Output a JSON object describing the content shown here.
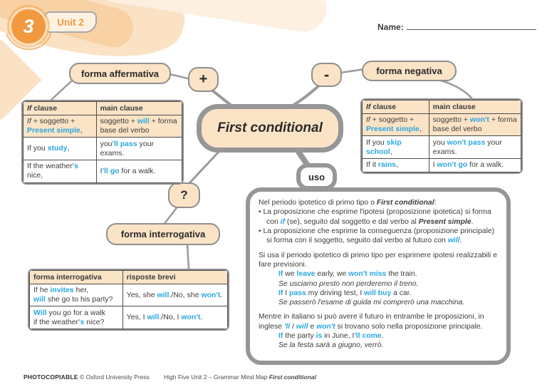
{
  "page": {
    "badge": "3",
    "unit_tab": "Unit 2",
    "name_label": "Name:",
    "footer": {
      "photocopiable": "PHOTOCOPIABLE",
      "copyright": "© Oxford University Press",
      "center": [
        {
          "t": "High Five  Unit 2 – Grammar Mind Map ",
          "c": ""
        },
        {
          "t": "First conditional",
          "c": "ki"
        }
      ]
    }
  },
  "nodes": {
    "title": "First conditional",
    "affirmative_label": "forma affermativa",
    "plus_label": "+",
    "minus_label": "-",
    "negative_label": "forma negativa",
    "question_label": "?",
    "interrogative_label": "forma interrogativa",
    "uso_label": "uso"
  },
  "tables": {
    "affirmative": {
      "col1": "46%",
      "peach": [
        0,
        1
      ],
      "rows": [
        [
          [
            {
              "t": "If ",
              "c": "ki"
            },
            {
              "t": "clause",
              "c": "k"
            }
          ],
          [
            {
              "t": "main clause",
              "c": "k"
            }
          ]
        ],
        [
          [
            {
              "t": "If",
              "c": "i"
            },
            {
              "t": " + soggetto + ",
              "c": ""
            },
            {
              "t": "Present simple",
              "c": "b"
            },
            {
              "t": ",",
              "c": ""
            }
          ],
          [
            {
              "t": "soggetto + ",
              "c": ""
            },
            {
              "t": "will",
              "c": "b"
            },
            {
              "t": " + forma base del verbo",
              "c": ""
            }
          ]
        ],
        [
          [
            {
              "t": "If you ",
              "c": ""
            },
            {
              "t": "study",
              "c": "b"
            },
            {
              "t": ",",
              "c": ""
            }
          ],
          [
            {
              "t": "you",
              "c": ""
            },
            {
              "t": "'ll pass",
              "c": "b"
            },
            {
              "t": " your exams.",
              "c": ""
            }
          ]
        ],
        [
          [
            {
              "t": "If the weather",
              "c": ""
            },
            {
              "t": "'s",
              "c": "b"
            },
            {
              "t": " nice,",
              "c": ""
            }
          ],
          [
            {
              "t": "I",
              "c": ""
            },
            {
              "t": "'ll go",
              "c": "b"
            },
            {
              "t": " for a walk.",
              "c": ""
            }
          ]
        ]
      ]
    },
    "negative": {
      "col1": "42%",
      "peach": [
        0,
        1
      ],
      "rows": [
        [
          [
            {
              "t": "If ",
              "c": "ki"
            },
            {
              "t": "clause",
              "c": "k"
            }
          ],
          [
            {
              "t": "main clause",
              "c": "k"
            }
          ]
        ],
        [
          [
            {
              "t": "If",
              "c": "i"
            },
            {
              "t": " + soggetto + ",
              "c": ""
            },
            {
              "t": "Present simple",
              "c": "b"
            },
            {
              "t": ",",
              "c": ""
            }
          ],
          [
            {
              "t": "soggetto + ",
              "c": ""
            },
            {
              "t": "won't",
              "c": "b"
            },
            {
              "t": " + forma base del verbo",
              "c": ""
            }
          ]
        ],
        [
          [
            {
              "t": "If you ",
              "c": ""
            },
            {
              "t": "skip school",
              "c": "b"
            },
            {
              "t": ",",
              "c": ""
            }
          ],
          [
            {
              "t": "you ",
              "c": ""
            },
            {
              "t": "won't pass",
              "c": "b"
            },
            {
              "t": " your exams.",
              "c": ""
            }
          ]
        ],
        [
          [
            {
              "t": "If it ",
              "c": ""
            },
            {
              "t": "rains",
              "c": "b"
            },
            {
              "t": ",",
              "c": ""
            }
          ],
          [
            {
              "t": "I ",
              "c": ""
            },
            {
              "t": "won't go",
              "c": "b"
            },
            {
              "t": " for a walk.",
              "c": ""
            }
          ]
        ]
      ]
    },
    "interrogative": {
      "col1": "47%",
      "peach": [
        0
      ],
      "rows": [
        [
          [
            {
              "t": "forma interrogativa",
              "c": "k"
            }
          ],
          [
            {
              "t": "risposte brevi",
              "c": "k"
            }
          ]
        ],
        [
          [
            {
              "t": "If he ",
              "c": ""
            },
            {
              "t": "invites",
              "c": "b"
            },
            {
              "t": " her,\n",
              "c": ""
            },
            {
              "t": "will",
              "c": "b"
            },
            {
              "t": " she go to his party?",
              "c": ""
            }
          ],
          [
            {
              "t": "Yes, she ",
              "c": ""
            },
            {
              "t": "will",
              "c": "b"
            },
            {
              "t": "./No, she ",
              "c": ""
            },
            {
              "t": "won't",
              "c": "b"
            },
            {
              "t": ".",
              "c": ""
            }
          ]
        ],
        [
          [
            {
              "t": "Will",
              "c": "b"
            },
            {
              "t": " you go for a walk\nif the weather",
              "c": ""
            },
            {
              "t": "'s",
              "c": "b"
            },
            {
              "t": " nice?",
              "c": ""
            }
          ],
          [
            {
              "t": "Yes, I ",
              "c": ""
            },
            {
              "t": "will",
              "c": "b"
            },
            {
              "t": "./No, I ",
              "c": ""
            },
            {
              "t": "won't",
              "c": "b"
            },
            {
              "t": ".",
              "c": ""
            }
          ]
        ]
      ]
    }
  },
  "uso_box": {
    "blocks": [
      {
        "type": "p",
        "seg": [
          {
            "t": "Nel periodo ipotetico di primo tipo o ",
            "c": ""
          },
          {
            "t": "First conditional",
            "c": "ki"
          },
          {
            "t": ":",
            "c": ""
          }
        ]
      },
      {
        "type": "bullet",
        "seg": [
          {
            "t": "• La proposizione che esprime l'ipotesi (proposizione ipotetica) si forma con ",
            "c": ""
          },
          {
            "t": "if",
            "c": "bi"
          },
          {
            "t": " (se), seguito dal soggetto e dal verbo al ",
            "c": ""
          },
          {
            "t": "Present simple",
            "c": "ki"
          },
          {
            "t": ".",
            "c": ""
          }
        ]
      },
      {
        "type": "bullet",
        "seg": [
          {
            "t": "• La proposizione che esprime la conseguenza (proposizione principale) si forma con il soggetto, seguito dal verbo al futuro con ",
            "c": ""
          },
          {
            "t": "will",
            "c": "bi"
          },
          {
            "t": ".",
            "c": ""
          }
        ]
      },
      {
        "type": "p gap",
        "seg": [
          {
            "t": "Si usa il periodo ipotetico di primo tipo per esprimere ipotesi realizzabili e fare previsioni.",
            "c": ""
          }
        ]
      },
      {
        "type": "ex",
        "seg": [
          {
            "t": "If",
            "c": "b"
          },
          {
            "t": " we ",
            "c": ""
          },
          {
            "t": "leave",
            "c": "b"
          },
          {
            "t": " early, we ",
            "c": ""
          },
          {
            "t": "won't miss",
            "c": "b"
          },
          {
            "t": " the train.",
            "c": ""
          }
        ]
      },
      {
        "type": "ex",
        "seg": [
          {
            "t": "Se usciamo presto non perderemo il treno.",
            "c": "i"
          }
        ]
      },
      {
        "type": "ex",
        "seg": [
          {
            "t": "If",
            "c": "b"
          },
          {
            "t": " I ",
            "c": ""
          },
          {
            "t": "pass",
            "c": "b"
          },
          {
            "t": " my driving test, I ",
            "c": ""
          },
          {
            "t": "will buy",
            "c": "b"
          },
          {
            "t": " a car.",
            "c": ""
          }
        ]
      },
      {
        "type": "ex",
        "seg": [
          {
            "t": "Se passerò l'esame di guida mi comprerò una macchina.",
            "c": "i"
          }
        ]
      },
      {
        "type": "p gap",
        "seg": [
          {
            "t": "Mentre in italiano si può avere il futuro in entrambe le proposizioni, in inglese ",
            "c": ""
          },
          {
            "t": "'ll",
            "c": "bi"
          },
          {
            "t": " / ",
            "c": ""
          },
          {
            "t": "will",
            "c": "bi"
          },
          {
            "t": " e ",
            "c": ""
          },
          {
            "t": "won't",
            "c": "bi"
          },
          {
            "t": " si trovano solo nella proposizione principale.",
            "c": ""
          }
        ]
      },
      {
        "type": "ex",
        "seg": [
          {
            "t": "If",
            "c": "b"
          },
          {
            "t": " the party ",
            "c": ""
          },
          {
            "t": "is",
            "c": "b"
          },
          {
            "t": " in June, I",
            "c": ""
          },
          {
            "t": "'ll come",
            "c": "b"
          },
          {
            "t": ".",
            "c": ""
          }
        ]
      },
      {
        "type": "ex",
        "seg": [
          {
            "t": "Se la festa sarà a giugno, verrò.",
            "c": "i"
          }
        ]
      }
    ]
  },
  "colors": {
    "peach": "#fbe3c6",
    "orange": "#f2993f",
    "blue": "#29a8e0",
    "gray_border": "#969696"
  }
}
